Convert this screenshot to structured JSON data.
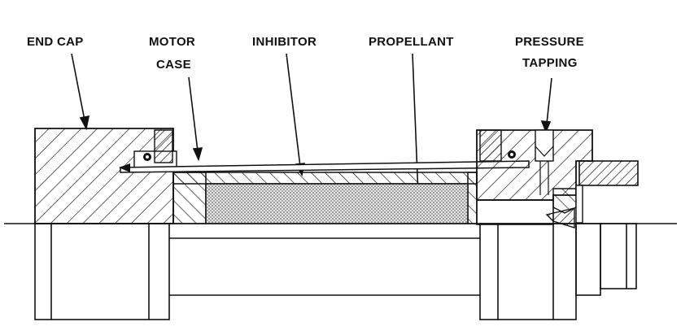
{
  "labels": {
    "end_cap": "END CAP",
    "motor_case_line1": "MOTOR",
    "motor_case_line2": "CASE",
    "inhibitor": "INHIBITOR",
    "propellant": "PROPELLANT",
    "pressure_tapping_line1": "PRESSURE",
    "pressure_tapping_line2": "TAPPING"
  }
}
